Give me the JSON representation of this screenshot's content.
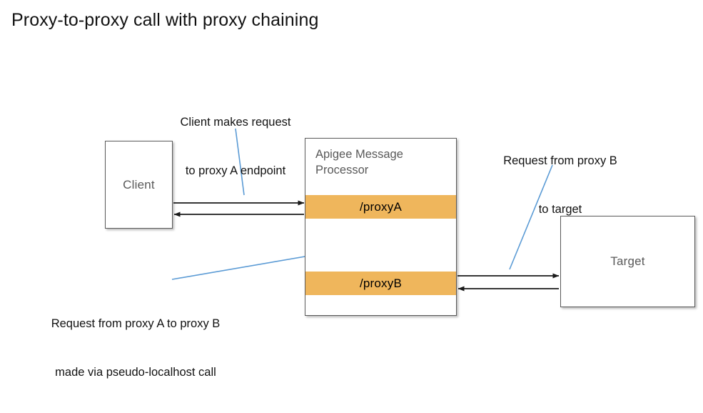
{
  "title": "Proxy-to-proxy call with proxy chaining",
  "nodes": {
    "client": {
      "label": "Client"
    },
    "target": {
      "label": "Target"
    },
    "message_processor": {
      "title": "Apigee Message\nProcessor",
      "title_line1": "Apigee Message",
      "title_line2": "Processor",
      "proxy_a": "/proxyA",
      "proxy_b": "/proxyB"
    }
  },
  "annotations": [
    {
      "id": "client-request",
      "line1": "Client makes request",
      "line2": "to proxy A endpoint",
      "text": "Client makes request\nto proxy A endpoint"
    },
    {
      "id": "target-request",
      "line1": "Request from proxy B",
      "line2": "to target",
      "text": "Request from proxy B\nto target"
    },
    {
      "id": "chaining-request",
      "line1": "Request from proxy A to proxy B",
      "line2": "made via pseudo-localhost call",
      "text": "Request from proxy A to proxy B\nmade via pseudo-localhost call"
    }
  ],
  "flows": [
    {
      "id": "client-to-proxya",
      "from": "Client",
      "to": "/proxyA",
      "direction": "right"
    },
    {
      "id": "proxya-to-client",
      "from": "/proxyA",
      "to": "Client",
      "direction": "left"
    },
    {
      "id": "proxya-to-proxyb",
      "from": "/proxyA",
      "to": "/proxyB",
      "direction": "down"
    },
    {
      "id": "proxyb-to-proxya",
      "from": "/proxyB",
      "to": "/proxyA",
      "direction": "up"
    },
    {
      "id": "proxyb-to-target",
      "from": "/proxyB",
      "to": "Target",
      "direction": "right"
    },
    {
      "id": "target-to-proxyb",
      "from": "Target",
      "to": "/proxyB",
      "direction": "left"
    }
  ],
  "colors": {
    "proxy_band": "#EFB65C",
    "box_border": "#5a5a5a",
    "box_fill": "#FFFFFF",
    "node_text": "#595959",
    "annotation_text": "#111111",
    "leader_line": "#5B9BD5",
    "arrow": "#1a1a1a"
  }
}
